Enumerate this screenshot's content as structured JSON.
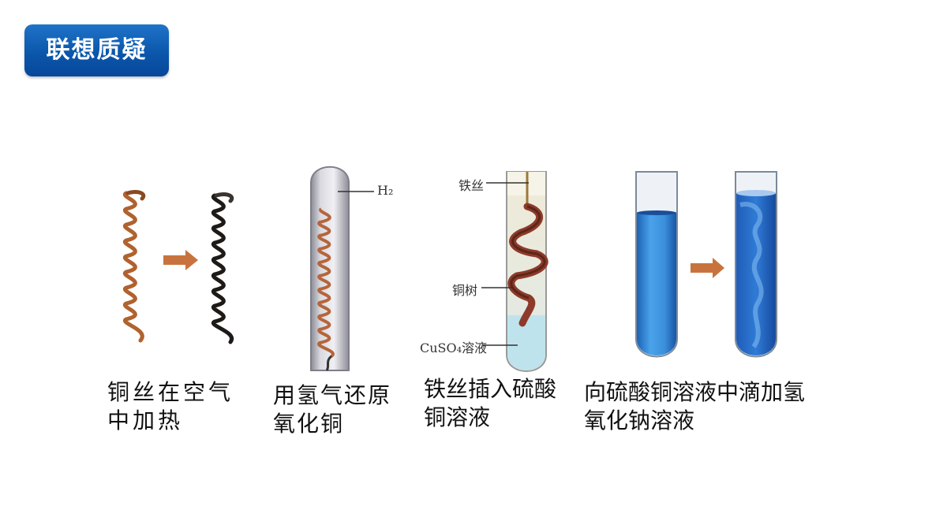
{
  "header": {
    "title": "联想质疑"
  },
  "captions": {
    "c1": "铜丝在空气\n中加热",
    "c2": "用氢气还原\n氧化铜",
    "c3": "铁丝插入硫酸\n铜溶液",
    "c4": "向硫酸铜溶液中滴加氢\n氧化钠溶液"
  },
  "labels": {
    "h2": "H₂",
    "iron_wire": "铁丝",
    "copper_tree": "铜树",
    "cuso4_solution": "CuSO₄溶液"
  },
  "colors": {
    "badge": "#0b57ab",
    "arrow": "#c8733d",
    "copper": "#b5653a",
    "blue_solution": "#3a8ee0"
  }
}
